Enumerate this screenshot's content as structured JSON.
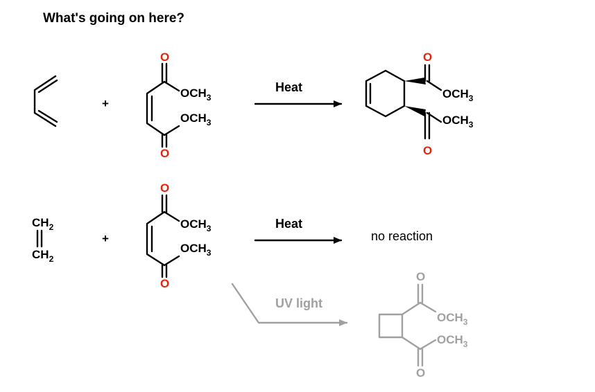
{
  "title": "What's going on here?",
  "plus": "+",
  "atoms": {
    "oxygen": "O",
    "methoxy_prefix": "OCH",
    "methoxy_subscript": "3",
    "methylene_prefix": "CH",
    "methylene_subscript": "2"
  },
  "reaction_1": {
    "condition": "Heat"
  },
  "reaction_2": {
    "condition": "Heat",
    "result": "no reaction"
  },
  "reaction_3": {
    "condition": "UV light"
  },
  "colors": {
    "oxygen": "#e8220a",
    "bond": "#000000",
    "faded": "#a0a0a0"
  }
}
